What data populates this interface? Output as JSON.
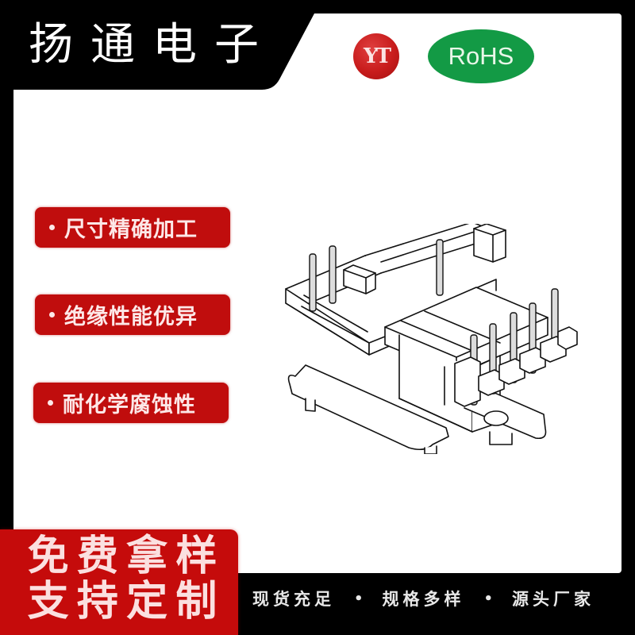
{
  "header": {
    "title_chars": [
      "扬",
      "通",
      "电",
      "子"
    ],
    "title": "扬通电子"
  },
  "logos": {
    "yt": {
      "text": "YT",
      "color": "#c81c1c"
    },
    "rohs": {
      "text": "RoHS",
      "color": "#139a45"
    }
  },
  "features": [
    {
      "label": "尺寸精确加工"
    },
    {
      "label": "绝缘性能优异"
    },
    {
      "label": "耐化学腐蚀性"
    }
  ],
  "product": {
    "icon": "transformer-bobbin-drawing"
  },
  "promo": {
    "line1_chars": [
      "免",
      "费",
      "拿",
      "样"
    ],
    "line2_chars": [
      "支",
      "持",
      "定",
      "制"
    ],
    "line1": "免费拿样",
    "line2": "支持定制",
    "color": "#c50b0b"
  },
  "footer": {
    "items": [
      "现货充足",
      "规格多样",
      "源头厂家"
    ],
    "separator": "•"
  },
  "colors": {
    "frame": "#000000",
    "panel": "#ffffff",
    "accent_red": "#c00d0d"
  }
}
